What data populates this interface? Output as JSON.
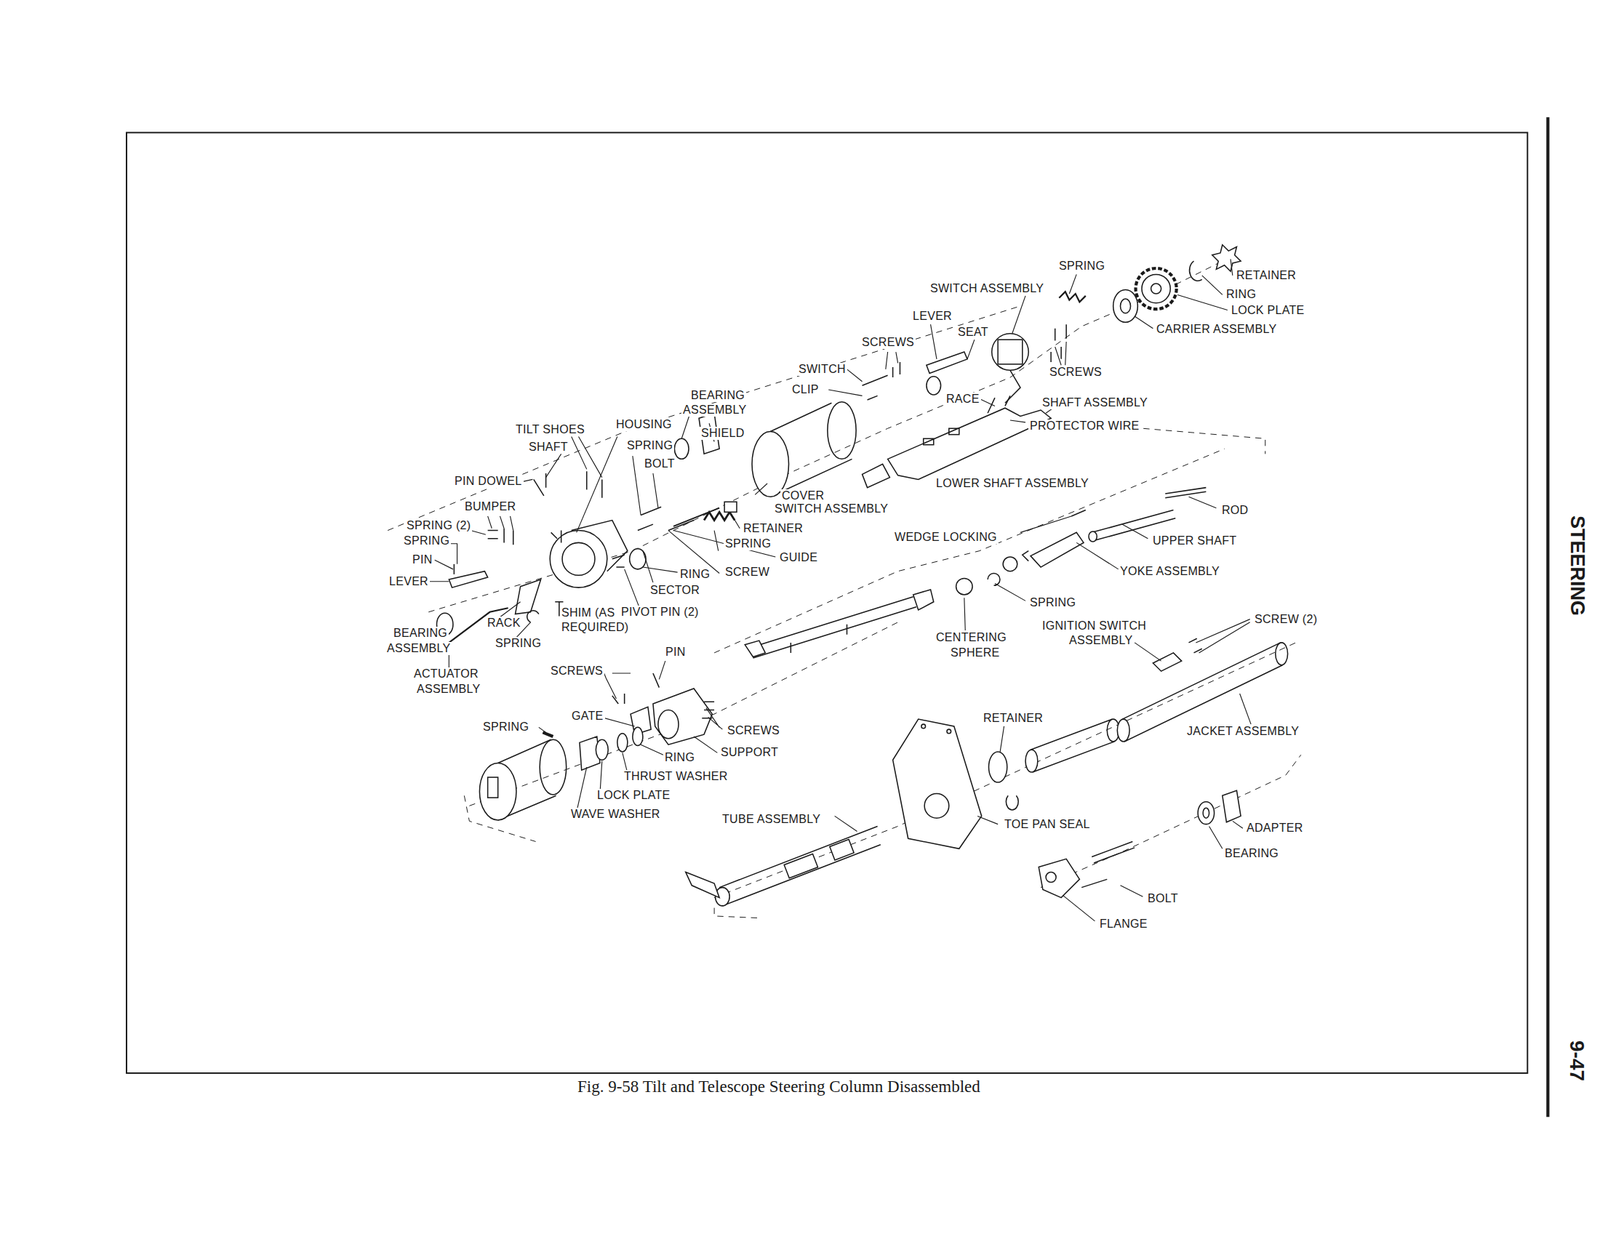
{
  "diagram": {
    "caption": "Fig. 9-58 Tilt and Telescope Steering Column Disassembled",
    "labels": [
      "SPRING",
      "RETAINER",
      "SWITCH ASSEMBLY",
      "RING",
      "LEVER",
      "LOCK PLATE",
      "SEAT",
      "SCREWS",
      "CARRIER ASSEMBLY",
      "SWITCH",
      "SCREWS",
      "CLIP",
      "RACE",
      "BEARING",
      "ASSEMBLY",
      "SHAFT ASSEMBLY",
      "TILT SHOES",
      "HOUSING",
      "SHIELD",
      "PROTECTOR WIRE",
      "SHAFT",
      "SPRING",
      "BOLT",
      "PIN DOWEL",
      "LOWER SHAFT ASSEMBLY",
      "COVER",
      "BUMPER",
      "SWITCH ASSEMBLY",
      "ROD",
      "SPRING (2)",
      "RETAINER",
      "SPRING",
      "WEDGE LOCKING",
      "UPPER SHAFT",
      "SPRING",
      "GUIDE",
      "PIN",
      "RING",
      "SCREW",
      "YOKE ASSEMBLY",
      "LEVER",
      "SECTOR",
      "SPRING",
      "SHIM (AS",
      "PIVOT PIN (2)",
      "REQUIRED)",
      "RACK",
      "IGNITION SWITCH",
      "ASSEMBLY",
      "SCREW (2)",
      "BEARING",
      "ASSEMBLY",
      "CENTERING",
      "SPHERE",
      "SPRING",
      "PIN",
      "ACTUATOR",
      "ASSEMBLY",
      "SCREWS",
      "GATE",
      "RETAINER",
      "SPRING",
      "SCREWS",
      "JACKET ASSEMBLY",
      "SUPPORT",
      "RING",
      "THRUST WASHER",
      "LOCK PLATE",
      "WAVE WASHER",
      "TUBE ASSEMBLY",
      "TOE PAN SEAL",
      "ADAPTER",
      "BEARING",
      "BOLT",
      "FLANGE",
      "STEERING",
      "9-47"
    ]
  }
}
